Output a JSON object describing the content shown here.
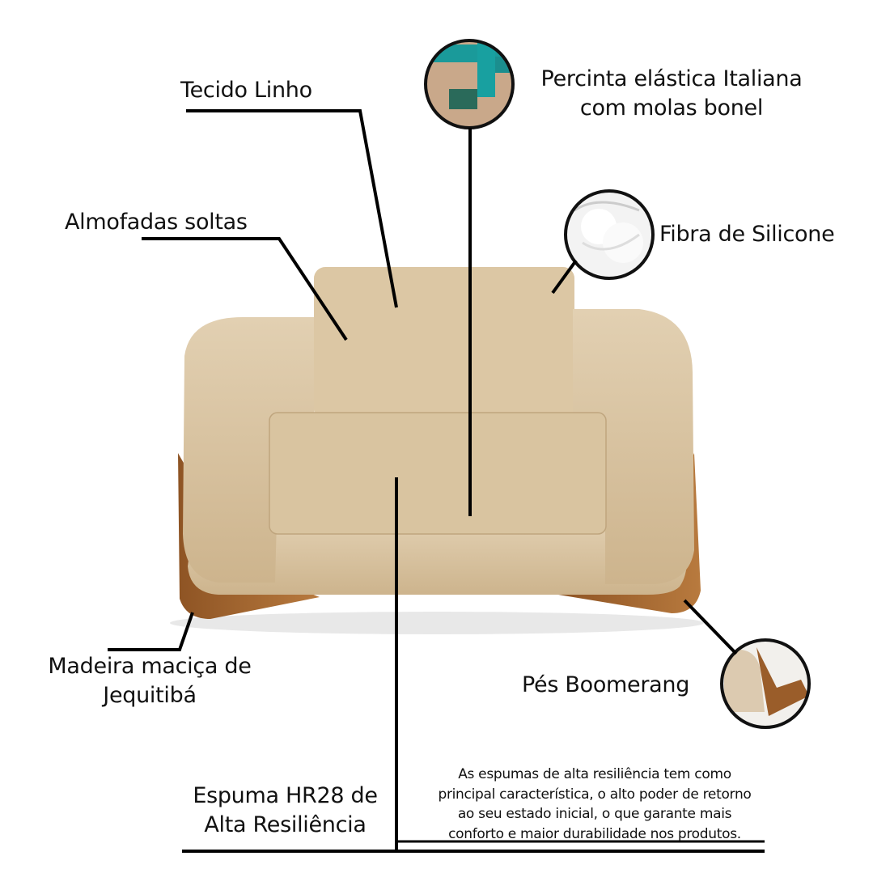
{
  "labels": {
    "tecido": "Tecido Linho",
    "almofadas": "Almofadas soltas",
    "percinta_l1": "Percinta elástica Italiana",
    "percinta_l2": "com molas bonel",
    "fibra": "Fibra de Silicone",
    "madeira_l1": "Madeira maciça de",
    "madeira_l2": "Jequitibá",
    "pes": "Pés Boomerang",
    "espuma_l1": "Espuma HR28 de",
    "espuma_l2": "Alta Resiliência"
  },
  "description": {
    "l1": "As espumas de alta resiliência tem como",
    "l2": "principal característica, o alto poder de retorno",
    "l3": "ao seu estado inicial, o que garante mais",
    "l4": "conforto e maior durabilidade nos produtos."
  },
  "colors": {
    "fabric": "#d8c3a0",
    "wood": "#a5672f",
    "line": "#000000",
    "webbing": "#1a9a9a"
  }
}
